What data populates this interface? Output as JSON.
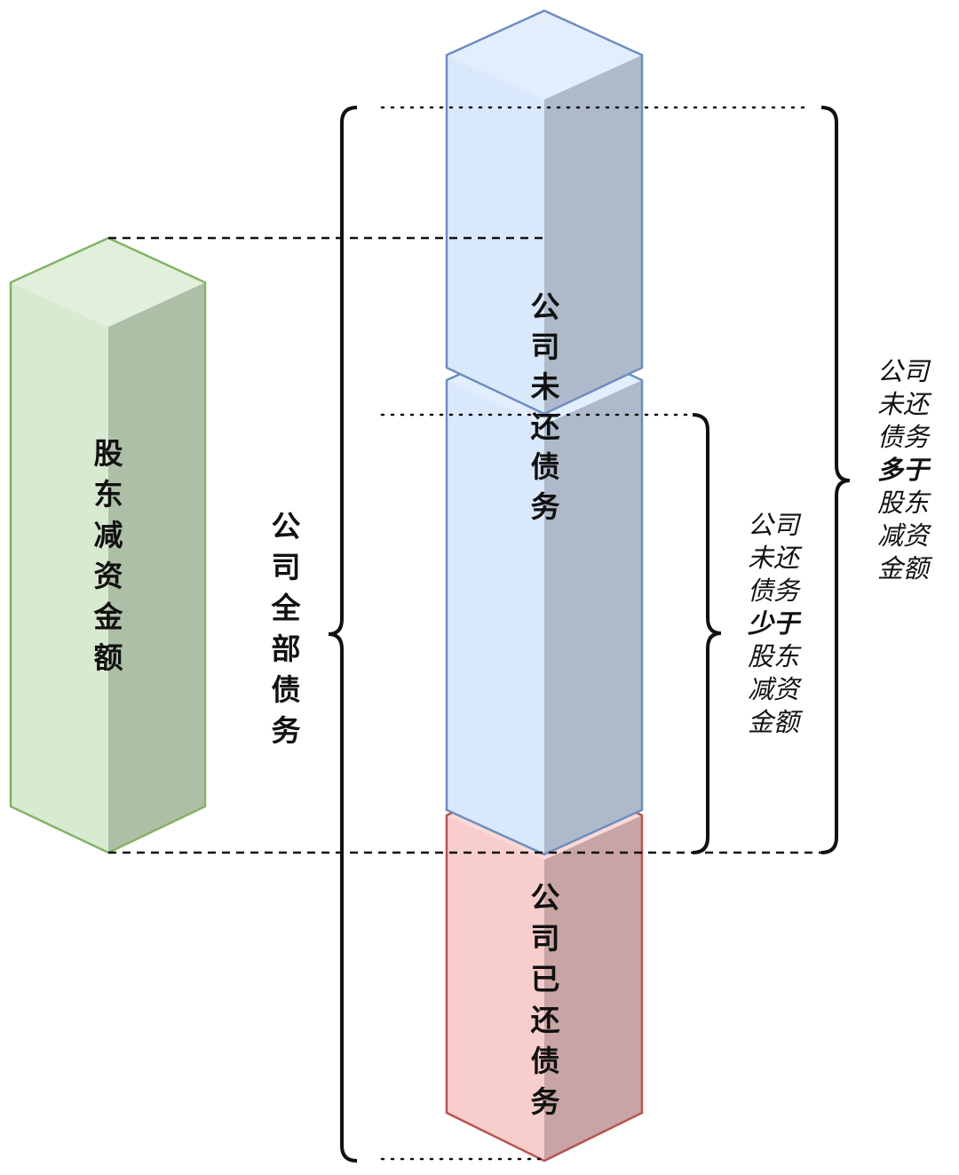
{
  "colors": {
    "green_front": "#d8ead1",
    "green_side": "#aebfa8",
    "green_top": "#e1efdb",
    "green_stroke": "#82b366",
    "blue_front": "#dae8fc",
    "blue_side": "#aebacb",
    "blue_top": "#e3eefd",
    "blue_stroke": "#6c8ebf",
    "red_front": "#f8cecc",
    "red_side": "#c8a5a4",
    "red_top": "#fad9d8",
    "red_stroke": "#b85450",
    "line": "#111111"
  },
  "labels": {
    "shareholder_reduction": "股东减资金额",
    "total_debt": "公司全部债务",
    "unpaid_debt": "公司未还债务",
    "paid_debt": "公司已还债务"
  },
  "notes": {
    "more": {
      "lines": [
        "公司",
        "未还",
        "债务"
      ],
      "emphasis": "多于",
      "tail": [
        "股东",
        "减资",
        "金额"
      ]
    },
    "less": {
      "lines": [
        "公司",
        "未还",
        "债务"
      ],
      "emphasis": "少于",
      "tail": [
        "股东",
        "减资",
        "金额"
      ]
    }
  }
}
